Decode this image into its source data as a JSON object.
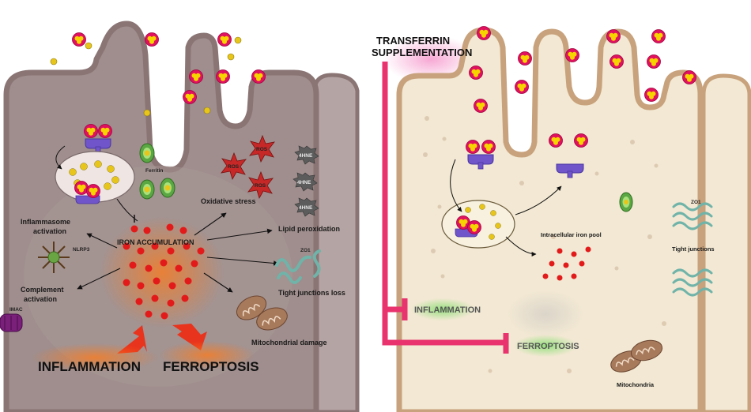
{
  "left_panel": {
    "labels": {
      "ferritin": "Ferritin",
      "oxidative_stress": "Oxidative stress",
      "ros": "ROS",
      "hne": "4HNE",
      "inflammasome_line1": "Inflammasome",
      "inflammasome_line2": "activation",
      "iron_accumulation": "IRON ACCUMULATION",
      "lipid_peroxidation": "Lipid peroxidation",
      "nlrp3": "NLRP3",
      "zo1": "ZO1",
      "complement_line1": "Complement",
      "complement_line2": "activation",
      "tight_junctions_loss": "Tight junctions loss",
      "imac": "IMAC",
      "mitochondrial_damage": "Mitochondrial damage",
      "inflammation": "INFLAMMATION",
      "ferroptosis": "FERROPTOSIS"
    }
  },
  "right_panel": {
    "labels": {
      "transferrin_line1": "TRANSFERRIN",
      "transferrin_line2": "SUPPLEMENTATION",
      "intracellular_iron_pool": "Intracellular iron pool",
      "zo1": "ZO1",
      "tight_junctions": "Tight junctions",
      "inflammation": "INFLAMMATION",
      "ferroptosis": "FERROPTOSIS",
      "mitochondria": "Mitochondria"
    }
  },
  "colors": {
    "left_cell_fill": "#9f8e8d",
    "left_cell_border": "#8a7474",
    "right_cell_fill": "#f2e8d3",
    "right_cell_border": "#c8a27c",
    "iron_red": "#e21a1a",
    "transferrin_pink": "#e0115f",
    "iron_yellow": "#e8c51a",
    "receptor_purple": "#6f55c9",
    "inhibitor_pink": "#e8336e",
    "ros_red": "#d12c2c",
    "ferritin_green": "#5aa744",
    "zo1_teal": "#6fb3a9",
    "mito_brown": "#a87a5c"
  }
}
